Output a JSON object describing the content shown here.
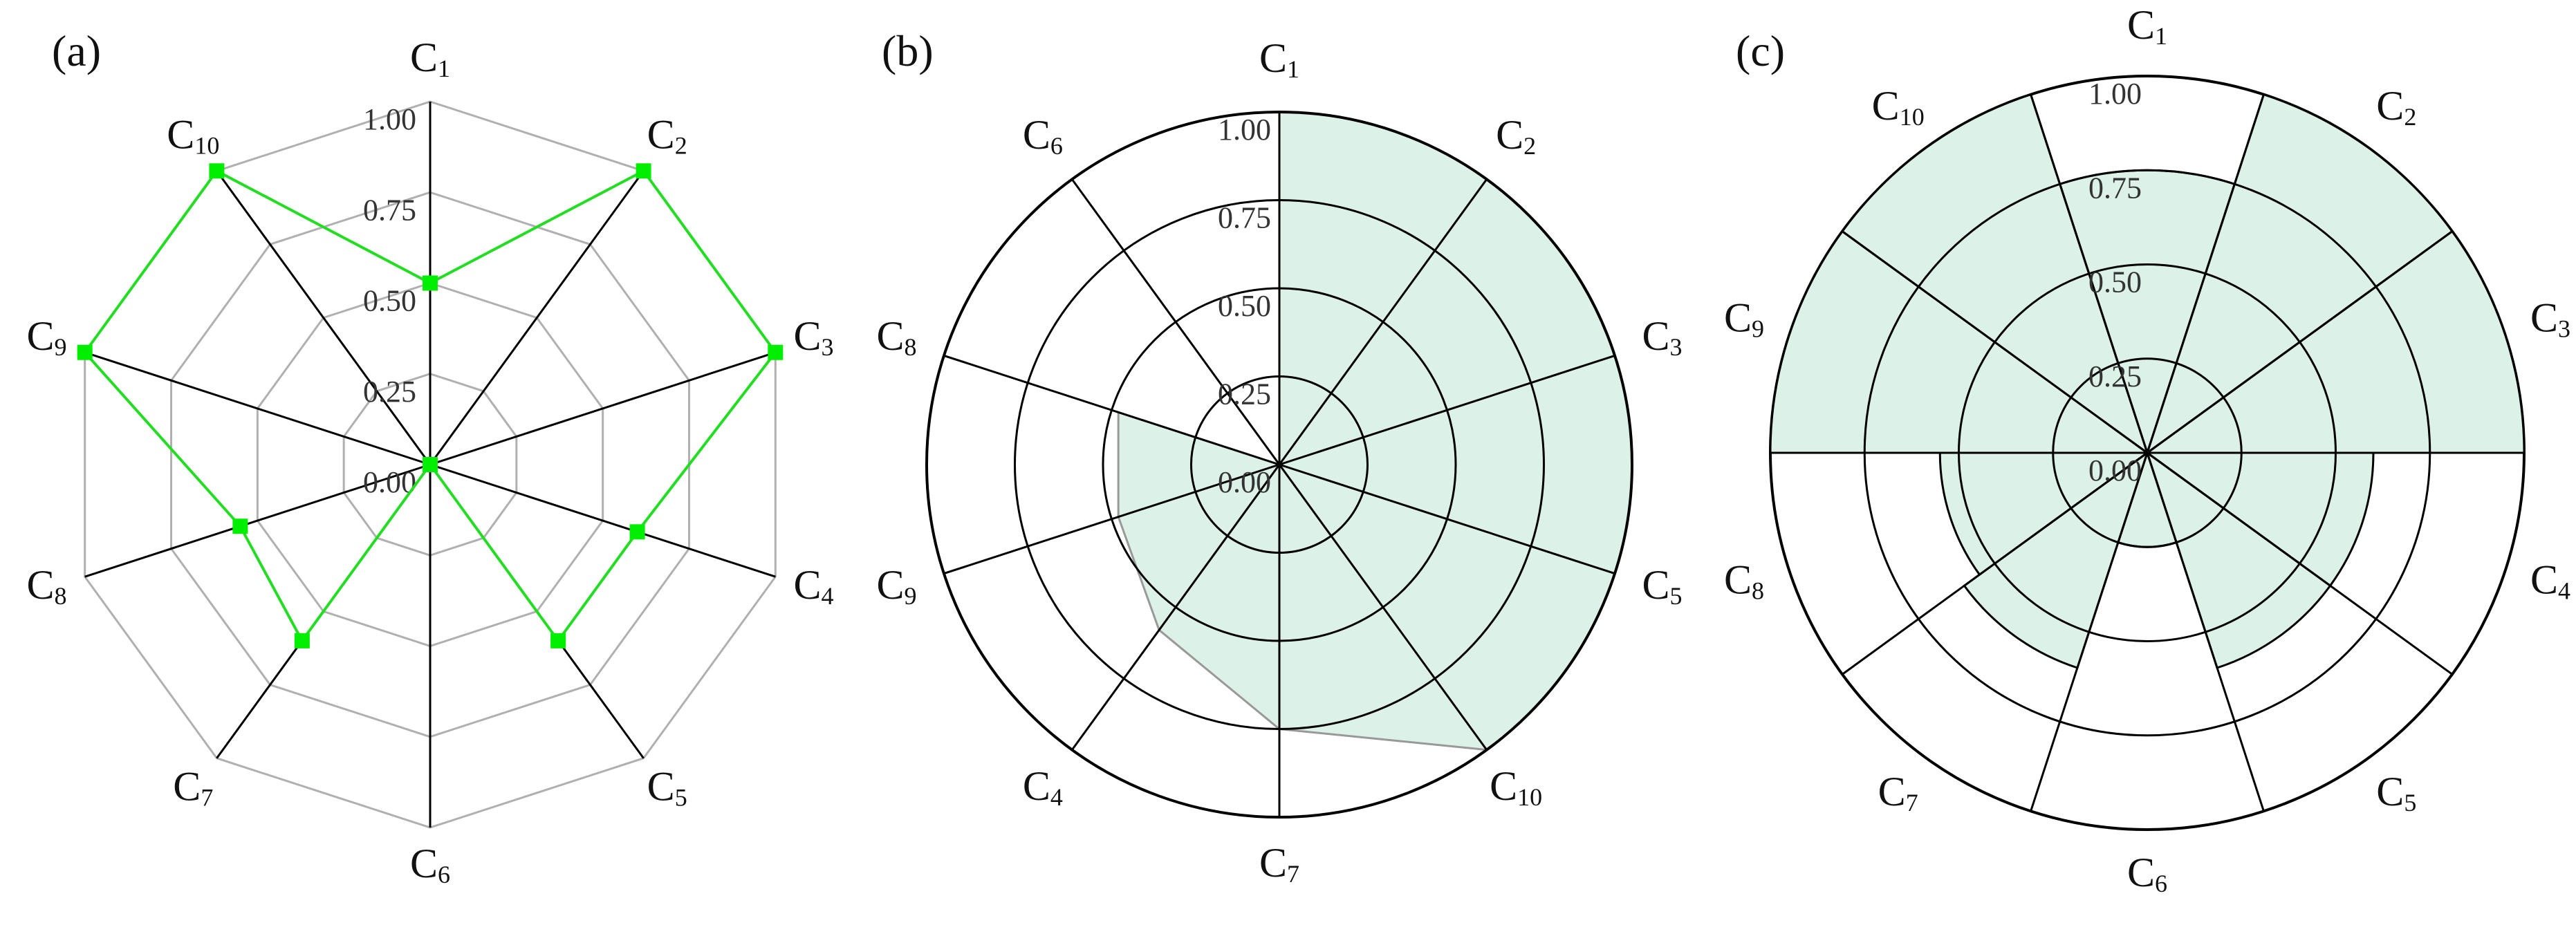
{
  "panels": [
    {
      "letter": "(a)",
      "chart_data": {
        "type": "radar",
        "axes": [
          "C1",
          "C2",
          "C3",
          "C4",
          "C5",
          "C6",
          "C7",
          "C8",
          "C9",
          "C10"
        ],
        "values": [
          0.5,
          1.0,
          1.0,
          0.6,
          0.6,
          0.0,
          0.6,
          0.55,
          1.0,
          1.0
        ],
        "ticks": [
          "0.00",
          "0.25",
          "0.50",
          "0.75",
          "1.00"
        ],
        "rlim": [
          0,
          1
        ],
        "grid": "decagon",
        "colors": {
          "series": "#22dd22",
          "marker": "#00ee00",
          "grid": "#b0b0b0",
          "spoke": "#000000"
        }
      }
    },
    {
      "letter": "(b)",
      "chart_data": {
        "type": "polar-area",
        "axes": [
          "C1",
          "C2",
          "C3",
          "C5",
          "C10",
          "C7",
          "C4",
          "C9",
          "C8",
          "C6"
        ],
        "values": [
          1.0,
          1.0,
          1.0,
          1.0,
          1.0,
          0.75,
          0.58,
          0.48,
          0.48,
          0.0
        ],
        "ticks": [
          "0.00",
          "0.25",
          "0.50",
          "0.75",
          "1.00"
        ],
        "rlim": [
          0,
          1
        ],
        "grid": "circular",
        "colors": {
          "fill": "#dcf2e8",
          "edge": "#999999",
          "grid": "#000000"
        }
      }
    },
    {
      "letter": "(c)",
      "chart_data": {
        "type": "polar-bar",
        "axes": [
          "C1",
          "C2",
          "C3",
          "C4",
          "C5",
          "C6",
          "C7",
          "C8",
          "C9",
          "C10"
        ],
        "values": [
          0.75,
          1.0,
          1.0,
          0.6,
          0.6,
          0.25,
          0.6,
          0.55,
          1.0,
          1.0
        ],
        "ticks": [
          "0.00",
          "0.25",
          "0.50",
          "0.75",
          "1.00"
        ],
        "rlim": [
          0,
          1
        ],
        "grid": "circular",
        "colors": {
          "fill": "#dcf2e8",
          "edge": "#000000",
          "grid": "#000000"
        }
      }
    }
  ]
}
